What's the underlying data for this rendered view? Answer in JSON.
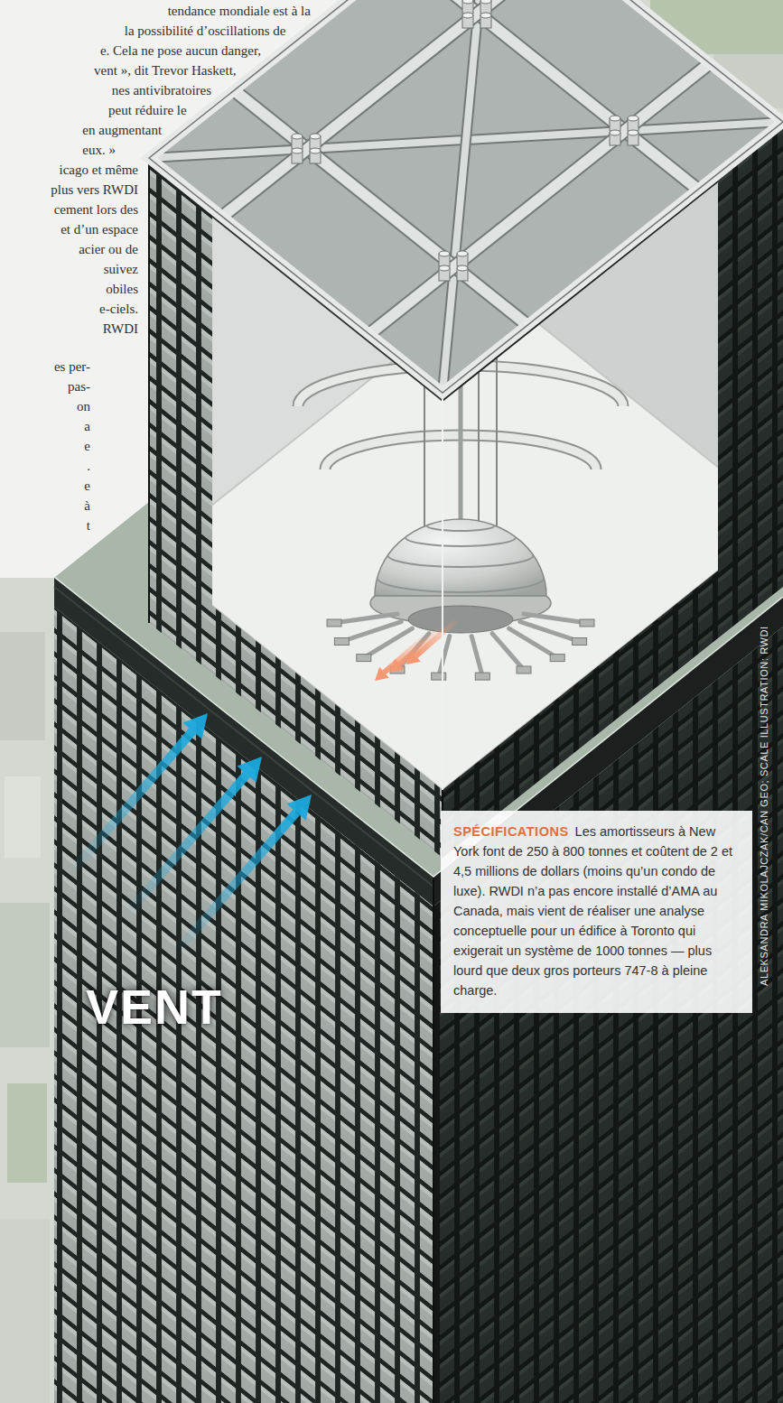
{
  "diagram": {
    "nodes": [
      {
        "text": [
          "SPÉCIFICATIONS",
          "Les amortisseurs à New York font de 250 à 800 tonnes et coûtent de 2 et 4,5 millions de dollars (moins qu’un condo de luxe). RWDI n’a pas encore installé d’AMA au Canada, mais vient de réaliser une analyse conceptuelle pour un édifice à Toronto qui exigerait un système de 1000 tonnes — plus lourd que deux gros porteurs 747-8 à pleine charge."
        ]
      }
    ],
    "labels": [
      "tendance mondiale est à la",
      "la possibilité d’oscillations de",
      "e. Cela ne pose aucun danger,",
      "vent », dit Trevor Haskett,",
      "nes antivibratoires",
      "peut réduire le",
      "en augmentant",
      "eux. »",
      "icago et même",
      "plus vers RWDI",
      "cement lors des",
      "et d’un espace",
      "acier ou de",
      "suivez",
      "obiles",
      "e-ciels.",
      "RWDI",
      "es per-",
      "pas-",
      "on",
      "a",
      "e",
      ".",
      "e",
      "à",
      "t",
      "VENT",
      "ALEKSANDRA MIKOLAJCZAK/CAN GEO; SCALE ILLUSTRATION: RWDI"
    ]
  }
}
